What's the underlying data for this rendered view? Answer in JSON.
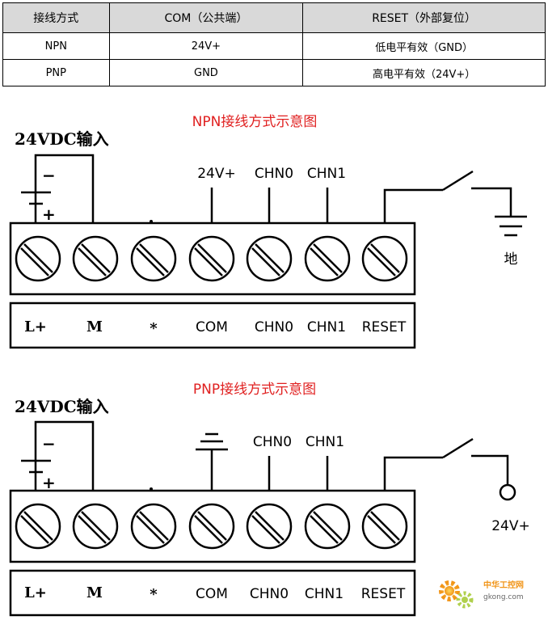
{
  "table": {
    "headers": [
      "接线方式",
      "COM（公共端）",
      "RESET（外部复位）"
    ],
    "rows": [
      [
        "NPN",
        "24V+",
        "低电平有效（GND）"
      ],
      [
        "PNP",
        "GND",
        "高电平有效（24V+）"
      ]
    ]
  },
  "npn": {
    "title": "NPN接线方式示意图",
    "power_input": "24VDC输入",
    "minus": "−",
    "plus": "+",
    "top_labels": [
      "24V+",
      "CHN0",
      "CHN1"
    ],
    "ground_label": "地",
    "terminal_labels": [
      "L+",
      "M",
      "*",
      "COM",
      "CHN0",
      "CHN1",
      "RESET"
    ]
  },
  "pnp": {
    "title": "PNP接线方式示意图",
    "power_input": "24VDC输入",
    "minus": "−",
    "plus": "+",
    "top_labels": [
      "CHN0",
      "CHN1"
    ],
    "reset_label": "24V+",
    "terminal_labels": [
      "L+",
      "M",
      "*",
      "COM",
      "CHN0",
      "CHN1",
      "RESET"
    ]
  },
  "watermark": {
    "text": "中华工控网",
    "url": "gkong.com"
  }
}
